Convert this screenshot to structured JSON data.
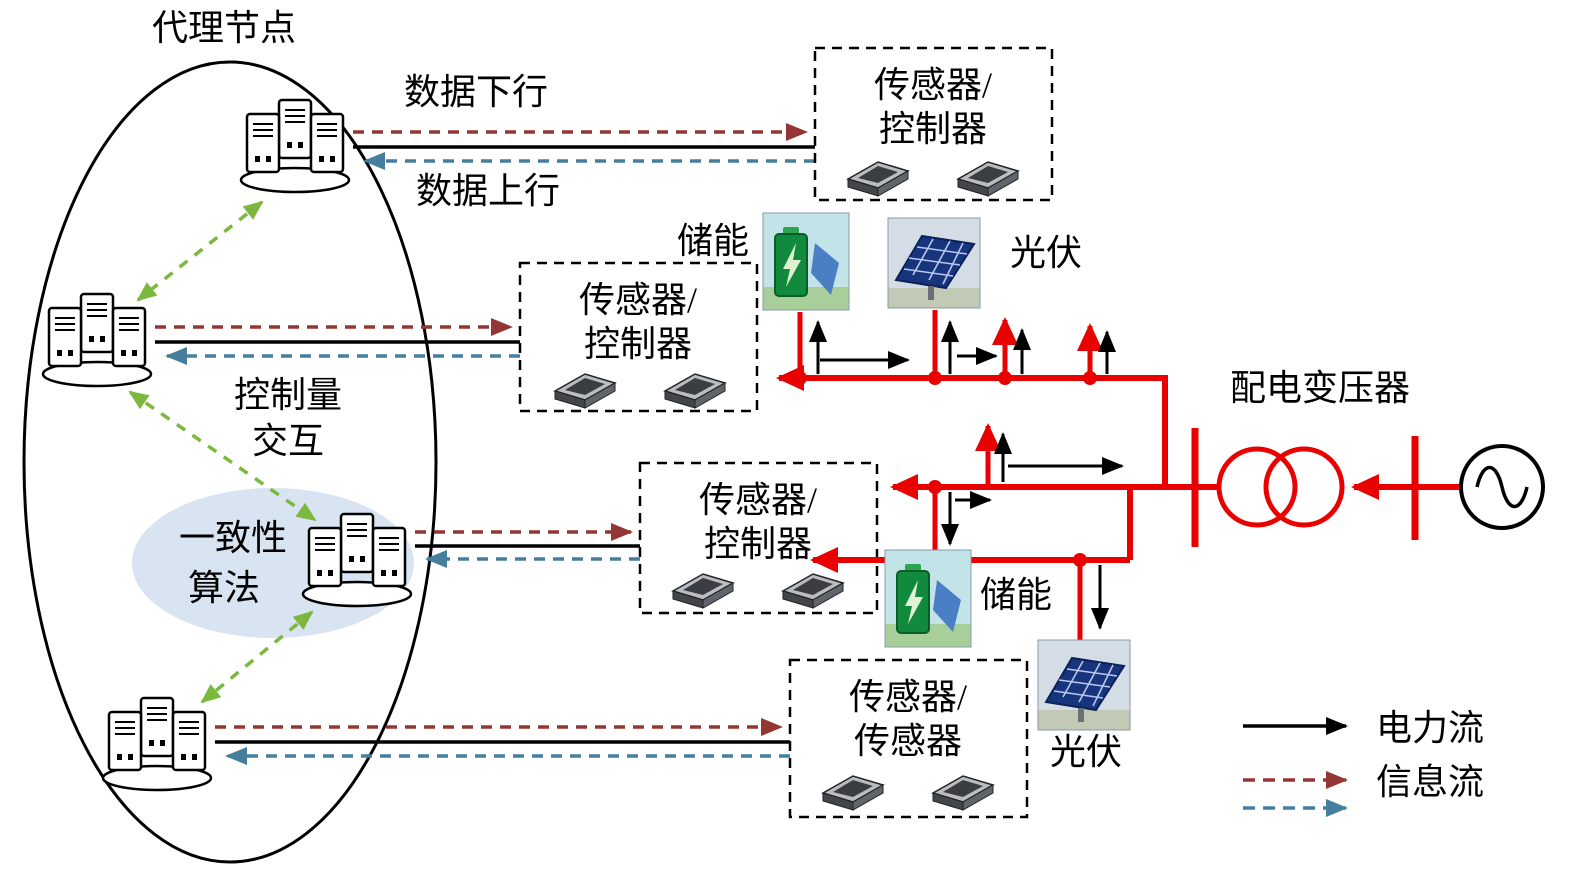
{
  "agent_group": {
    "title": "代理节点",
    "control_label_line1": "控制量",
    "control_label_line2": "交互",
    "consensus_label_line1": "一致性",
    "consensus_label_line2": "算法"
  },
  "comm": {
    "downlink_label": "数据下行",
    "uplink_label": "数据上行"
  },
  "sensor_boxes": [
    {
      "line1": "传感器/",
      "line2": "控制器"
    },
    {
      "line1": "传感器/",
      "line2": "控制器"
    },
    {
      "line1": "传感器/",
      "line2": "控制器"
    },
    {
      "line1": "传感器/",
      "line2": "传感器"
    }
  ],
  "devices": {
    "storage1_label": "储能",
    "pv1_label": "光伏",
    "storage2_label": "储能",
    "pv2_label": "光伏"
  },
  "grid": {
    "transformer_label": "配电变压器"
  },
  "legend": {
    "power_label": "电力流",
    "info_label": "信息流"
  },
  "colors": {
    "power_red": "#E90000",
    "info_downlink_dark_red": "#943634",
    "info_uplink_blue": "#467E9E",
    "agent_link_green": "#7CB83E",
    "consensus_fill": "#D8E4F2"
  }
}
